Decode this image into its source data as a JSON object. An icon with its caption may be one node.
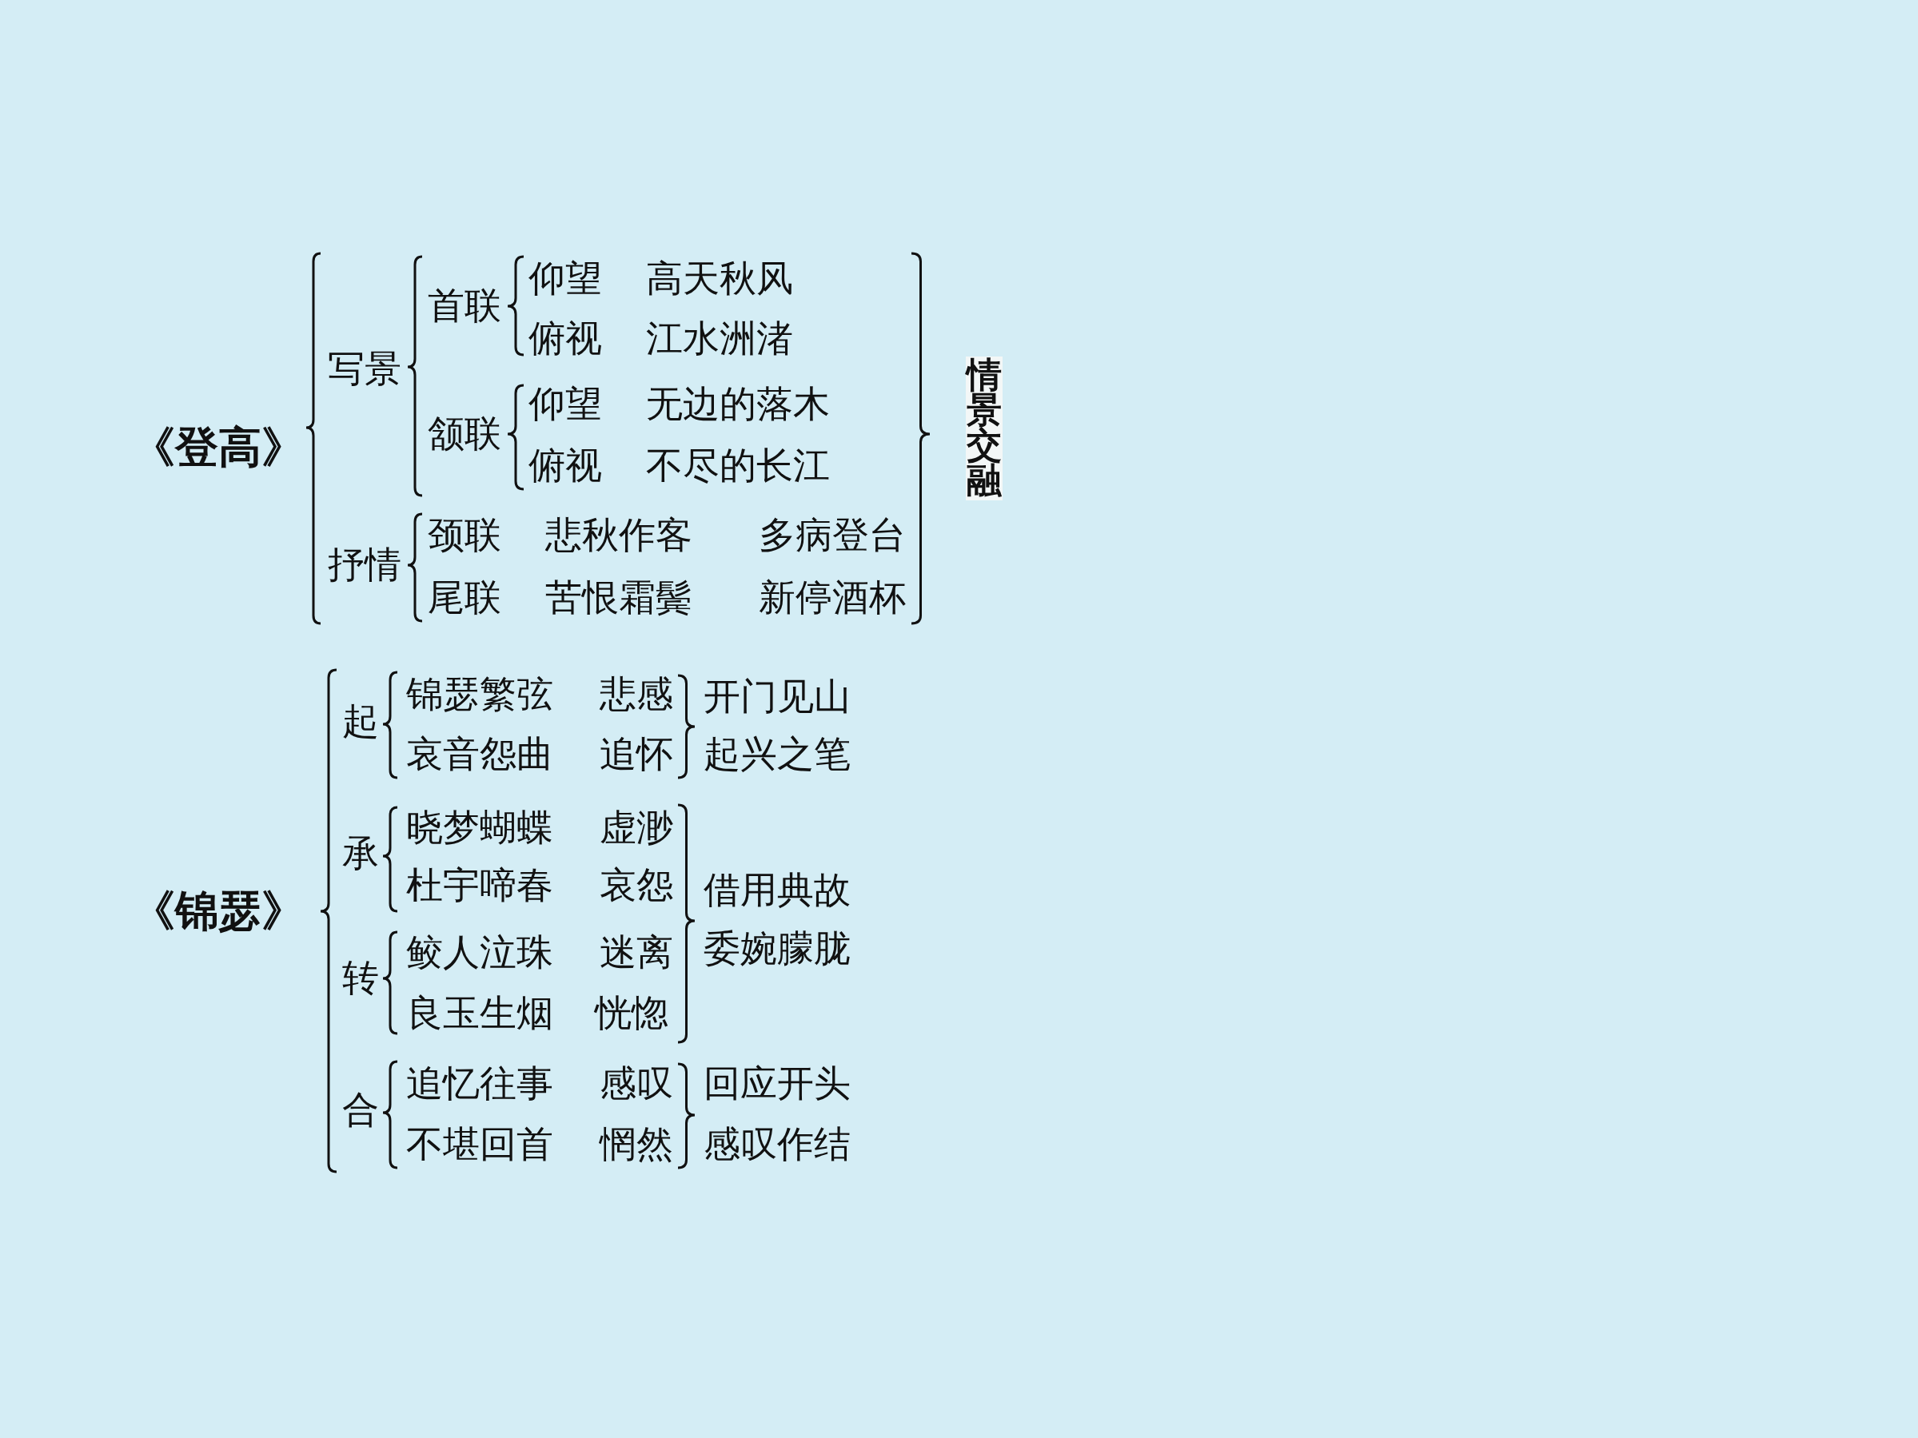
{
  "diagram": {
    "labels": [
      "《登高》",
      "写景",
      "首联",
      "仰望",
      "高天秋风",
      "俯视",
      "江水洲渚",
      "颔联",
      "仰望",
      "无边的落木",
      "俯视",
      "不尽的长江",
      "抒情",
      "颈联",
      "悲秋作客",
      "多病登台",
      "尾联",
      "苦恨霜鬓",
      "新停酒杯",
      "情景交融",
      "《锦瑟》",
      "起",
      "锦瑟繁弦",
      "悲感",
      "哀音怨曲",
      "追怀",
      "开门见山",
      "起兴之笔",
      "承",
      "晓梦蝴蝶",
      "虚渺",
      "杜宇啼春",
      "哀怨",
      "转",
      "鲛人泣珠",
      "迷离",
      "良玉生烟",
      "恍惚",
      "借用典故",
      "委婉朦胧",
      "合",
      "追忆往事",
      "感叹",
      "不堪回首",
      "惘然",
      "回应开头",
      "感叹作结"
    ]
  }
}
